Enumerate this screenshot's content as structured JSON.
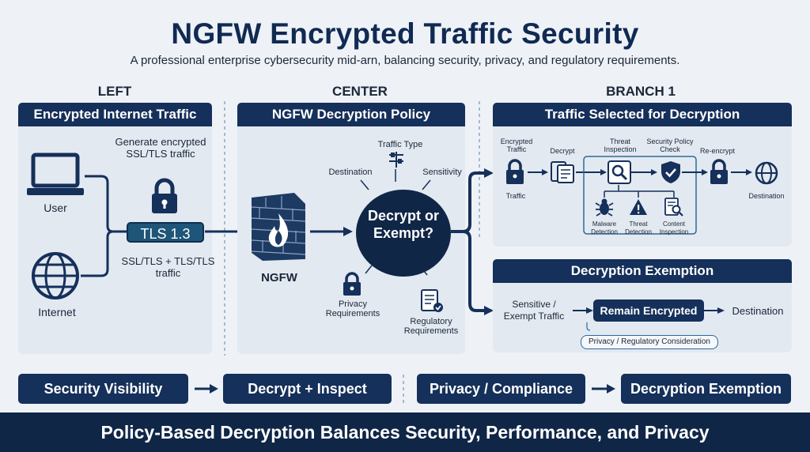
{
  "title": "NGFW Encrypted Traffic Security",
  "subtitle": "A professional enterprise cybersecurity mid-arn, balancing security, privacy, and regulatory requirements.",
  "columns": {
    "left": "LEFT",
    "center": "CENTER",
    "branch": "BRANCH 1"
  },
  "left_panel": {
    "header": "Encrypted Internet Traffic",
    "user_label": "User",
    "internet_label": "Internet",
    "note": "Generate encrypted SSL/TLS traffic",
    "tls_badge": "TLS 1.3",
    "tls_note": "SSL/TLS + TLS/TLS traffic"
  },
  "center_panel": {
    "header": "NGFW Decryption Policy",
    "ngfw_label": "NGFW",
    "decision": "Decrypt or Exempt?",
    "factors": {
      "traffic_type": "Traffic Type",
      "destination": "Destination",
      "sensitivity": "Sensitivity",
      "privacy": "Privacy Requirements",
      "regulatory": "Regulatory Requirements"
    }
  },
  "decrypt_panel": {
    "header": "Traffic Selected for Decryption",
    "steps": {
      "encrypted": "Encrypted Traffic",
      "traffic": "Traffic",
      "decrypt": "Decrypt",
      "threat_inspection": "Threat Inspection",
      "policy_check": "Security Policy Check",
      "reencrypt": "Re-encrypt",
      "destination": "Destination"
    },
    "sub": {
      "malware": "Malware Detection",
      "threat": "Threat Detection",
      "content": "Content Inspection"
    }
  },
  "exempt_panel": {
    "header": "Decryption Exemption",
    "source": "Sensitive / Exempt Traffic",
    "action": "Remain Encrypted",
    "destination": "Destination",
    "note": "Privacy / Regulatory Consideration"
  },
  "flow": [
    "Security Visibility",
    "Decrypt + Inspect",
    "Privacy / Compliance",
    "Decryption Exemption"
  ],
  "footer": "Policy-Based Decryption Balances Security, Performance, and Privacy",
  "colors": {
    "navy": "#15305a",
    "panel": "#e3e9f1",
    "background": "#eef2f7"
  }
}
